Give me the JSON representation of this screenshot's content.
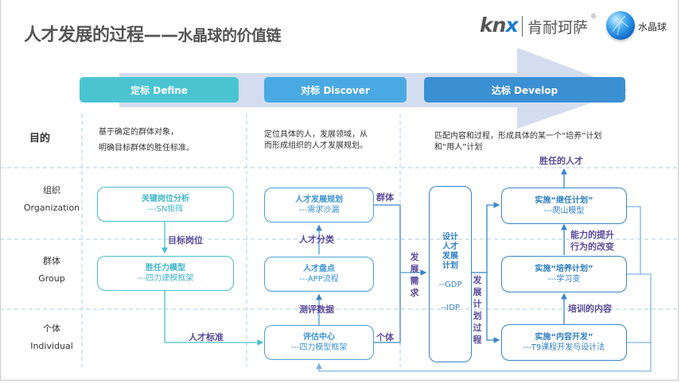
{
  "header": {
    "title_main": "人才发展的过程",
    "title_dash": "——",
    "title_sub": "水晶球的价值链",
    "logo_brand_latin_1": "kn",
    "logo_brand_latin_2": "x",
    "logo_brand_cn": "肯耐珂萨",
    "logo_registered": "®",
    "logo_product": "水晶球"
  },
  "stages": [
    {
      "label": "定标 Define",
      "color": "#4bc4d2"
    },
    {
      "label": "对标 Discover",
      "color": "#4aa9e2"
    },
    {
      "label": "达标 Develop",
      "color": "#3b8fd3"
    }
  ],
  "rows": {
    "purpose": "目的",
    "organization": {
      "cn": "组织",
      "en": "Organization"
    },
    "group": {
      "cn": "群体",
      "en": "Group"
    },
    "individual": {
      "cn": "个体",
      "en": "Individual"
    }
  },
  "purposes": {
    "define": [
      "基于确定的群体对象，",
      "明确目标群体的胜任标准。"
    ],
    "discover": [
      "定位具体的人，发展领域，从",
      "而形成组织的人才发展规划。"
    ],
    "develop": [
      "匹配内容和过程，形成具体的某一个“培养”计划",
      "和“用人”计划"
    ]
  },
  "boxes": {
    "key_position": {
      "title": "关键岗位分析",
      "sub": "---SN矩阵"
    },
    "competency_model": {
      "title": "胜任力模型",
      "sub": "---四力建模框架"
    },
    "talent_plan": {
      "title": "人才发展规划",
      "sub": "---需求沙漏"
    },
    "talent_review": {
      "title": "人才盘点",
      "sub": "---APP流程"
    },
    "assessment_center": {
      "title": "评估中心",
      "sub": "---四力模型框架"
    },
    "design_plan": {
      "title_lines": [
        "设计",
        "人才",
        "发展",
        "计划"
      ],
      "gdp": "--GDP",
      "idp": "--IDP"
    },
    "succession": {
      "title": "实施“继任计划”",
      "sub": "---爬山模型"
    },
    "training": {
      "title": "实施“培养计划”",
      "sub": "---学习变"
    },
    "content_dev": {
      "title": "实施“内容开发”",
      "sub": "---T9课程开发与设计法"
    }
  },
  "flow_labels": {
    "target_position": "目标岗位",
    "talent_standard": "人才标准",
    "talent_category": "人才分类",
    "assessment_data": "测评数据",
    "group": "群体",
    "individual": "个体",
    "dev_need": [
      "发",
      "展",
      "需",
      "求"
    ],
    "dev_process": [
      "发",
      "展",
      "计",
      "划",
      "过",
      "程"
    ],
    "competent_talent": "胜任的人才",
    "capability_1": "能力的提升",
    "capability_2": "行为的改变",
    "training_content": "培训的内容"
  },
  "colors": {
    "teal": "#4bbfcb",
    "blue": "#4a9fd8",
    "dark_blue": "#3a85c6",
    "label_purple": "#5b4b9a",
    "arrow_bg": "#d3ddef",
    "grid_dash": "#a9cdea"
  }
}
